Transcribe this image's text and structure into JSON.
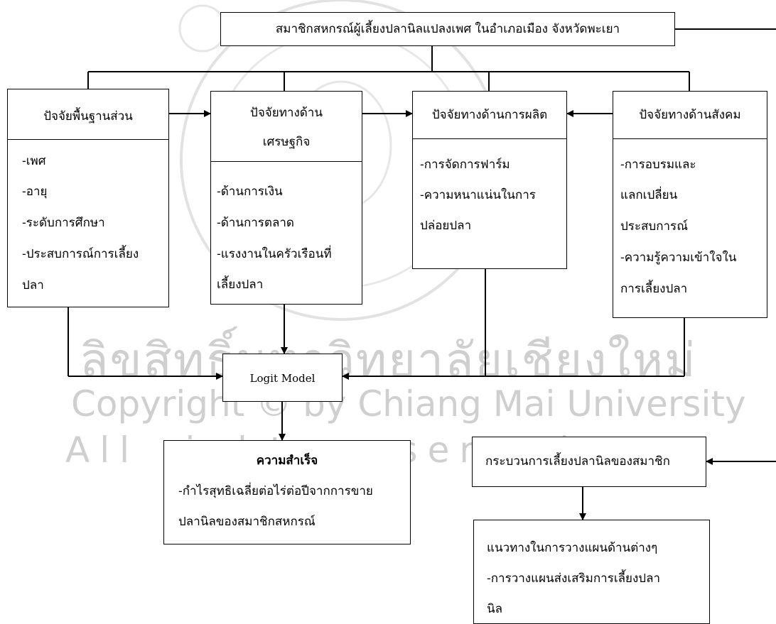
{
  "watermark": {
    "line1": "ลิขสิทธิ์มหาวิทยาลัยเชียงใหม่",
    "line2": "Copyright © by Chiang Mai University",
    "line3": "All rights reserved"
  },
  "nodes": {
    "top": "สมาชิกสหกรณ์ผู้เลี้ยงปลานิลแปลงเพศ ในอำเภอเมือง จังหวัดพะเยา",
    "personal": {
      "title": "ปัจจัยพื้นฐานส่วน",
      "items": [
        "-เพศ",
        "-อายุ",
        "-ระดับการศึกษา",
        "-ประสบการณ์การเลี้ยง",
        "ปลา"
      ]
    },
    "economic": {
      "title": [
        "ปัจจัยทางด้าน",
        "เศรษฐกิจ"
      ],
      "items": [
        "-ด้านการเงิน",
        "-ด้านการตลาด",
        "-แรงงานในครัวเรือนที่",
        "เลี้ยงปลา"
      ]
    },
    "production": {
      "title": "ปัจจัยทางด้านการผลิต",
      "items": [
        "-การจัดการฟาร์ม",
        "-ความหนาแน่นในการ",
        "ปล่อยปลา"
      ]
    },
    "social": {
      "title": "ปัจจัยทางด้านสังคม",
      "items": [
        "-การอบรมและ",
        "แลกเปลี่ยน",
        "ประสบการณ์",
        "-ความรู้ความเข้าใจใน",
        "การเลี้ยงปลา"
      ]
    },
    "logit": "Logit Model",
    "success": {
      "title": "ความสำเร็จ",
      "items": [
        "-กำไรสุทธิเฉลี่ยต่อไร่ต่อปีจากการขาย",
        "ปลานิลของสมาชิกสหกรณ์"
      ]
    },
    "process": "กระบวนการเลี้ยงปลานิลของสมาชิก",
    "guideline": {
      "title": "แนวทางในการวางแผนด้านต่างๆ",
      "items": [
        "-การวางแผนส่งเสริมการเลี้ยงปลา",
        "นิล"
      ]
    }
  }
}
